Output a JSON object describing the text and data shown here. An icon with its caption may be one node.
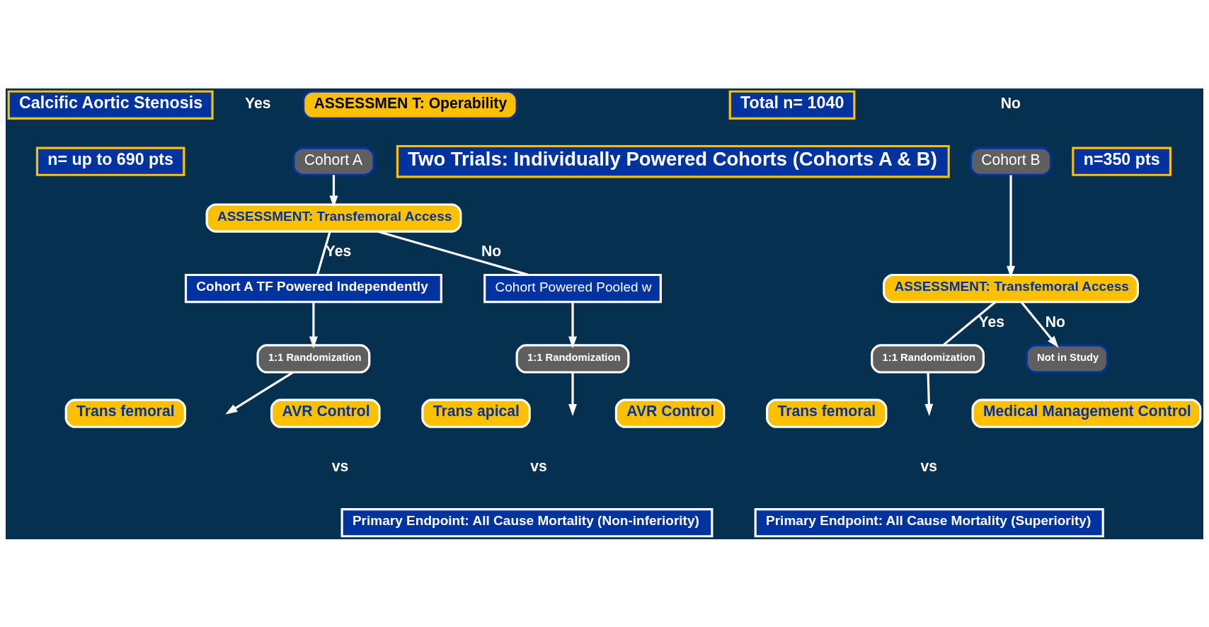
{
  "diagram": {
    "nodes": [
      {
        "text": [
          "Calcific Aortic Stenosis"
        ]
      },
      {
        "text": [
          "ASSESSMEN T: Operability"
        ]
      },
      {
        "text": [
          "Total n= 1040"
        ]
      },
      {
        "text": [
          "Cohort A"
        ]
      },
      {
        "text": [
          "n= up to 690 pts"
        ]
      },
      {
        "text": [
          "ASSESSMENT: Transfemoral Access"
        ]
      },
      {
        "text": [
          "Cohort A TF Powered Independently"
        ]
      },
      {
        "text": [
          "Cohort Powered Pooled w"
        ]
      },
      {
        "text": [
          "1:1 Randomization"
        ]
      },
      {
        "text": [
          "Trans femoral"
        ]
      },
      {
        "text": [
          "AVR Control"
        ]
      },
      {
        "text": [
          "1:1 Randomization"
        ]
      },
      {
        "text": [
          "Trans apical"
        ]
      },
      {
        "text": [
          "AVR Control"
        ]
      },
      {
        "text": [
          "Primary Endpoint: All Cause Mortality (Non-inferiority)"
        ]
      },
      {
        "text": [
          "Cohort B"
        ]
      },
      {
        "text": [
          "n=350 pts"
        ]
      },
      {
        "text": [
          "ASSESSMENT: Transfemoral Access"
        ]
      },
      {
        "text": [
          "Not in Study"
        ]
      },
      {
        "text": [
          "1:1 Randomization"
        ]
      },
      {
        "text": [
          "Trans femoral"
        ]
      },
      {
        "text": [
          "Medical Management Control"
        ]
      },
      {
        "text": [
          "Primary Endpoint: All Cause Mortality (Superiority)"
        ]
      },
      {
        "text": [
          "Two Trials: Individually Powered Cohorts (Cohorts A & B)"
        ]
      }
    ],
    "edges": [
      {
        "from": 3,
        "to": 5,
        "arrow": "to"
      },
      {
        "from": 5,
        "to": 6,
        "arrow": "none",
        "label": "Yes"
      },
      {
        "from": 5,
        "to": 7,
        "arrow": "none",
        "label": "No"
      },
      {
        "from": 6,
        "to": 8,
        "arrow": "to"
      },
      {
        "from": 7,
        "to": 11,
        "arrow": "to"
      },
      {
        "from": 8,
        "to": null,
        "arrow": "to"
      },
      {
        "from": 11,
        "to": null,
        "arrow": "to"
      },
      {
        "from": 15,
        "to": 17,
        "arrow": "to"
      },
      {
        "from": 17,
        "to": 19,
        "arrow": "none",
        "label": "Yes"
      },
      {
        "from": 17,
        "to": 18,
        "arrow": "to",
        "label": "No"
      },
      {
        "from": 19,
        "to": null,
        "arrow": "to"
      }
    ],
    "labels": [
      "Yes",
      "No",
      "vs",
      "vs",
      "vs"
    ]
  }
}
